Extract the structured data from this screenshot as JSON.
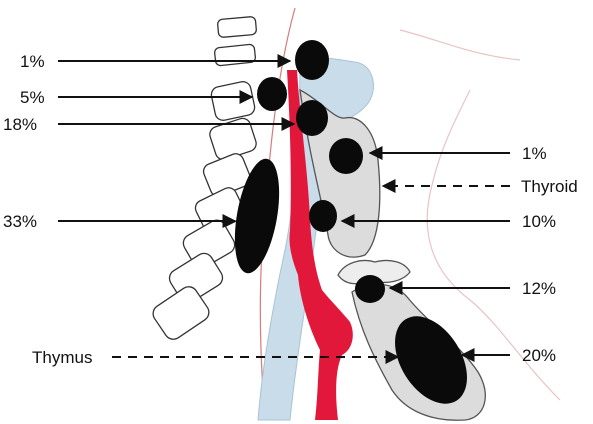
{
  "labels": {
    "left_1": "1%",
    "left_5": "5%",
    "left_18": "18%",
    "left_33": "33%",
    "thymus": "Thymus",
    "right_1": "1%",
    "thyroid": "Thyroid",
    "right_10": "10%",
    "right_12": "12%",
    "right_20": "20%"
  },
  "colors": {
    "outline": "#333333",
    "thyroid_fill": "#dcdcdc",
    "airway_fill": "#c9dcea",
    "vessel": "#e2183a",
    "skin_line": "#e89a9a",
    "lesion": "#0a0a0a"
  }
}
